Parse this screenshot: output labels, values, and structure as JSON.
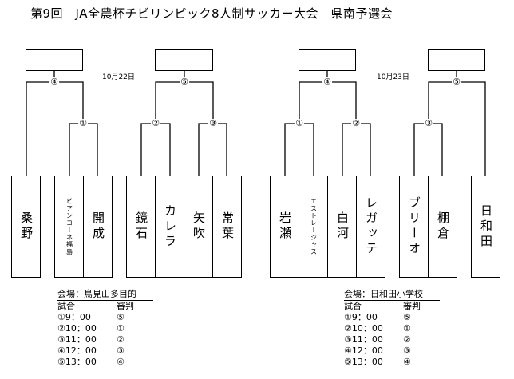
{
  "title": "第9回　JA全農杯チビリンピック8人制サッカー大会　県南予選会",
  "dates": {
    "left": "10月22日",
    "right": "10月23日"
  },
  "teams": [
    "桑野",
    "ビアンコーネ福島",
    "開成",
    "鏡石",
    "カレラ",
    "矢吹",
    "常葉",
    "岩瀬",
    "エストレージャス",
    "白河",
    "レガッテ",
    "ブリーオ",
    "棚倉",
    "日和田"
  ],
  "matches": {
    "a4": "④",
    "a1": "①",
    "a5": "⑤",
    "a2": "②",
    "a3": "③",
    "b4": "④",
    "b1": "①",
    "b2": "②",
    "b5": "⑤",
    "b3": "③"
  },
  "venues": [
    {
      "label": "会場：鳥見山多目的",
      "col_match": "試合",
      "col_ref": "審判",
      "rows": [
        {
          "time": "①9：00",
          "ref": "⑤"
        },
        {
          "time": "②10：00",
          "ref": "①"
        },
        {
          "time": "③11：00",
          "ref": "②"
        },
        {
          "time": "④12：00",
          "ref": "③"
        },
        {
          "time": "⑤13：00",
          "ref": "④"
        }
      ]
    },
    {
      "label": "会場：日和田小学校",
      "col_match": "試合",
      "col_ref": "審判",
      "rows": [
        {
          "time": "①9：00",
          "ref": "⑤"
        },
        {
          "time": "②10：00",
          "ref": "①"
        },
        {
          "time": "③11：00",
          "ref": "②"
        },
        {
          "time": "④12：00",
          "ref": "③"
        },
        {
          "time": "⑤13：00",
          "ref": "④"
        }
      ]
    }
  ]
}
